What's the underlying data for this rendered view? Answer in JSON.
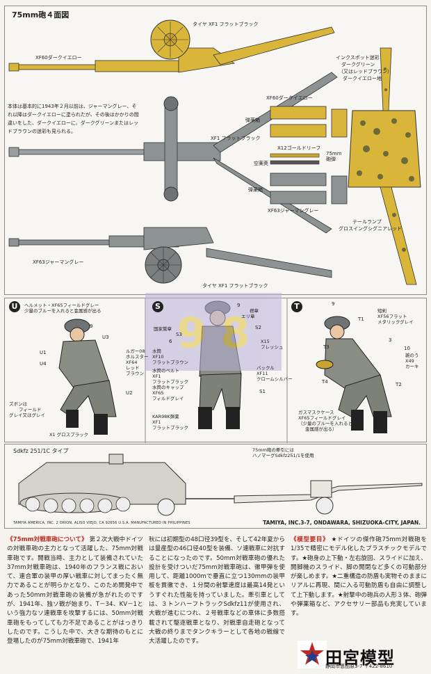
{
  "top": {
    "title": "75mm砲４面図",
    "labels": {
      "tire_top": "タイヤ XF1 フラットブラック",
      "xf60_barrel": "XF60ダークイエロー",
      "inkspot": "インクスポット迷彩",
      "dark_green": "ダークグリーン",
      "red_brown": "（又はレッドブラウン）",
      "dark_yellow_base": "ダークイエロー地",
      "xf60_box": "XF60ダークイエロー",
      "ammo_box1": "弾薬箱",
      "xf1_flat": "XF1 フラットブラック",
      "x12_gold": "X12ゴールドリーフ",
      "shell": "75mm",
      "shell2": "砲弾",
      "empty_box": "空薬莢",
      "ammo_box2": "弾薬箱",
      "xf63_box": "XF63ジャーマングレー",
      "tail_lamp": "テールランプ",
      "gloss_green": "グロスイングシグニアレッド",
      "xf63_barrel": "XF63ジャーマングレー",
      "tire_bottom": "タイヤ XF1 フラットブラック"
    },
    "paint_note": "本体は基本的に1943年２月以前は、ジャーマングレー、それ以降はダークイエローに塗られたが、その後はかかりの間違いをした、ダークイエローに、ダークグリーンまたはレッドブラウンの迷彩も見られる。"
  },
  "figures": {
    "letter_u": "U",
    "letter_s": "S",
    "letter_t": "T",
    "u_helmet": "ヘルメット・XF65フィールドグレー",
    "u_helmet2": "少量のブルーを入れると金属感が出る",
    "u9": "9",
    "u3": "U3",
    "u1": "U1",
    "u4": "U4",
    "u2": "U2",
    "luger": "ルガー08",
    "holster": "ホルスター",
    "xf64": "XF64",
    "red": "レッド",
    "brown": "ブラウン",
    "pants": "ズボンは",
    "pants2": "フィールド",
    "pants3": "グレイ又はグレイ",
    "x1": "X1 グロスブラック",
    "s9": "9",
    "s_collar": "襟章",
    "s_eri": "エリ章",
    "s3": "S3",
    "s6": "6",
    "s2": "S2",
    "s_kokka": "国家鷲章",
    "s_canteen": "水筒",
    "s_xf10": "XF10",
    "s_flatbrown": "フラットブラウン",
    "x15": "X15",
    "flesh": "フレッシュ",
    "s_belt": "水筒のベルト",
    "s_xf1": "XF1",
    "s_flatblack": "フラットブラック",
    "s_cap": "水筒のキャップ",
    "s_xf65": "XF65",
    "s_fieldgray": "フィルドグレイ",
    "buckle": "バックル",
    "buckle_xf11": "XF11",
    "chrome": "クロームシルバー",
    "s1": "S1",
    "kar98": "KAR98K弾薬",
    "kar_xf1": "XF1",
    "kar_fb": "フラットブラック",
    "t9": "9",
    "t1": "T1",
    "shovel": "短剣",
    "xf56": "XF56フラット",
    "metal_gray": "メタリックグレイ",
    "t3": "T3",
    "t10": "10",
    "t3b": "3",
    "sword": "雑のう",
    "x49": "X49",
    "khaki": "カーキ",
    "t4": "T4",
    "t2": "T2",
    "gasmask": "ガスマスクケース",
    "gasmask2": "XF65フィールドグレイ",
    "gasmask3": "（少量のブルーを入れると",
    "gasmask4": "金属感が出る）"
  },
  "vehicle": {
    "title": "Sdkfz 251/1C タイプ",
    "note1": "75mm砲の牽引には",
    "note2": "ハノマーグSdkfz251/1を使用",
    "footer_left": "TAMIYA AMERICA, INC. 2 ORION, ALISO VIEJO, CA 92656 U.S.A. MANUFACTURED IN PHILIPPINES",
    "footer_right": "TAMIYA, INC.3-7, ONDAWARA, SHIZUOKA-CITY, JAPAN."
  },
  "text": {
    "col1_head": "《75mm対戦車砲について》",
    "col1": "第２次大戦中ドイツの対戦車砲の主力となって活躍した、75mm対戦車砲です。開戦当時、主力として装備されていた37mm対戦車砲は、1940年のフランス戦において、連合軍の装甲の厚い戦車に対してまったく無力であることが明らかとなり、このため開発中であった50mm対戦車砲の装備が急がれたのですが、1941年、独ソ戦が始まり、T－34、KV－1という強力なソ連戦車を攻撃するには、50mm対戦車砲をもってしても力不足であることがはっきりしたのです。こうした中で、大きな期待のもとに登場したのが75mm対戦車砲で、1941年",
    "col2": "秋には初期型の48口径39型を、そして42年夏からは量産型の46口径40型を装備、ソ連戦車に対抗することになったのです。50mm対戦車砲の優れた設計を受けついだ75mm対戦車砲は、徹甲弾を使用して、距離1000mで垂直に立つ130mmの装甲板を貫徹でき、１分間の射撃速度は最高14発というすぐれた性能を持っていました。牽引車としては、３トンハーフトラックSdkfz11が使用され、大戦が進むにつれ、２号戦車などの車体に多数搭載されて駆逐戦車となり、対戦車自走砲となって大戦の終りまでタンクキラーとして各地の戦線で大活躍したのです。",
    "col3_head": "《模型要目》",
    "col3": "★ドイツの傑作砲75mm対戦砲を1/35で精密にモデル化したプラスチックモデルです。★砲身の上下動・左右旋回、スライドに加え、開脚機のスライド、脚の開閉など多くの可動部分が楽しめます。★二重構造の防盾も実物そのままにリアルに再現、間に入る可動防盾も自由に調整して上下動します。★射撃中の砲兵の人形３体、砲弾や弾薬箱など、アクセサリー部品も充実しています。"
  },
  "brand": {
    "name": "田宮模型",
    "address": "静岡市恩田原3-7 〒422-8610"
  },
  "watermark": {
    "text": "9 8"
  },
  "colors": {
    "dark_yellow": "#d9b53a",
    "german_gray": "#6f7374",
    "accent_red": "#c0281e",
    "tamiya_blue": "#1f3f8f"
  }
}
